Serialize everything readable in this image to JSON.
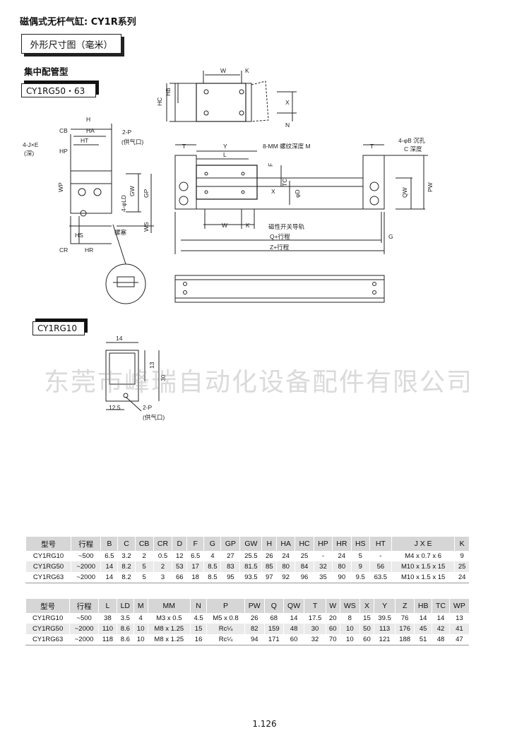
{
  "header": {
    "title": "磁偶式无杆气缸: CY1R系列",
    "section": "外形尺寸图（毫米）",
    "subsection": "集中配管型"
  },
  "models": {
    "main": "CY1RG50・63",
    "small": "CY1RG10"
  },
  "drawing_labels": {
    "W": "W",
    "K": "K",
    "HB": "HB",
    "HC": "HC",
    "X": "X",
    "N": "N",
    "H": "H",
    "CB": "CB",
    "HA": "HA",
    "HT": "HT",
    "HP": "HP",
    "P2": "2-P",
    "supply": "(供气口)",
    "JE": "4-J×E",
    "deep": "(深)",
    "WP": "WP",
    "GW": "GW",
    "GP": "GP",
    "LD": "4-φLD",
    "WS": "WS",
    "HS": "HS",
    "CR": "CR",
    "HR": "HR",
    "plug": "螺塞",
    "T": "T",
    "Y": "Y",
    "L": "L",
    "MM": "8-MM 螺纹深度 M",
    "F": "F",
    "TC": "TC",
    "D": "φD",
    "B": "4-φB 沉孔",
    "C": "C 深度",
    "QW": "QW",
    "PW": "PW",
    "rail": "磁性开关导轨",
    "Q": "Q+行程",
    "Z": "Z+行程",
    "G": "G",
    "d14": "14",
    "d13": "13",
    "d30": "30",
    "d125": "12.5"
  },
  "watermark": "东莞市峰瑞自动化设备配件有限公司",
  "table1": {
    "headers": [
      "型号",
      "行程",
      "B",
      "C",
      "CB",
      "CR",
      "D",
      "F",
      "G",
      "GP",
      "GW",
      "H",
      "HA",
      "HC",
      "HP",
      "HR",
      "HS",
      "HT",
      "J X E",
      "K"
    ],
    "rows": [
      [
        "CY1RG10",
        "~500",
        "6.5",
        "3.2",
        "2",
        "0.5",
        "12",
        "6.5",
        "4",
        "27",
        "25.5",
        "26",
        "24",
        "25",
        "-",
        "24",
        "5",
        "-",
        "M4 x 0.7 x 6",
        "9"
      ],
      [
        "CY1RG50",
        "~2000",
        "14",
        "8.2",
        "5",
        "2",
        "53",
        "17",
        "8.5",
        "83",
        "81.5",
        "85",
        "80",
        "84",
        "32",
        "80",
        "9",
        "56",
        "M10 x 1.5 x 15",
        "25"
      ],
      [
        "CY1RG63",
        "~2000",
        "14",
        "8.2",
        "5",
        "3",
        "66",
        "18",
        "8.5",
        "95",
        "93.5",
        "97",
        "92",
        "96",
        "35",
        "90",
        "9.5",
        "63.5",
        "M10 x 1.5 x 15",
        "24"
      ]
    ]
  },
  "table2": {
    "headers": [
      "型号",
      "行程",
      "L",
      "LD",
      "M",
      "MM",
      "N",
      "P",
      "PW",
      "Q",
      "QW",
      "T",
      "W",
      "WS",
      "X",
      "Y",
      "Z",
      "HB",
      "TC",
      "WP"
    ],
    "rows": [
      [
        "CY1RG10",
        "~500",
        "38",
        "3.5",
        "4",
        "M3 x 0.5",
        "4.5",
        "M5 x 0.8",
        "26",
        "68",
        "14",
        "17.5",
        "20",
        "8",
        "15",
        "39.5",
        "76",
        "14",
        "14",
        "13"
      ],
      [
        "CY1RG50",
        "~2000",
        "110",
        "8.6",
        "10",
        "M8 x 1.25",
        "15",
        "Rc¼",
        "82",
        "159",
        "48",
        "30",
        "60",
        "10",
        "50",
        "113",
        "176",
        "45",
        "42",
        "41"
      ],
      [
        "CY1RG63",
        "~2000",
        "118",
        "8.6",
        "10",
        "M8 x 1.25",
        "16",
        "Rc¼",
        "94",
        "171",
        "60",
        "32",
        "70",
        "10",
        "60",
        "121",
        "188",
        "51",
        "48",
        "47"
      ]
    ]
  },
  "page_number": "1.126"
}
